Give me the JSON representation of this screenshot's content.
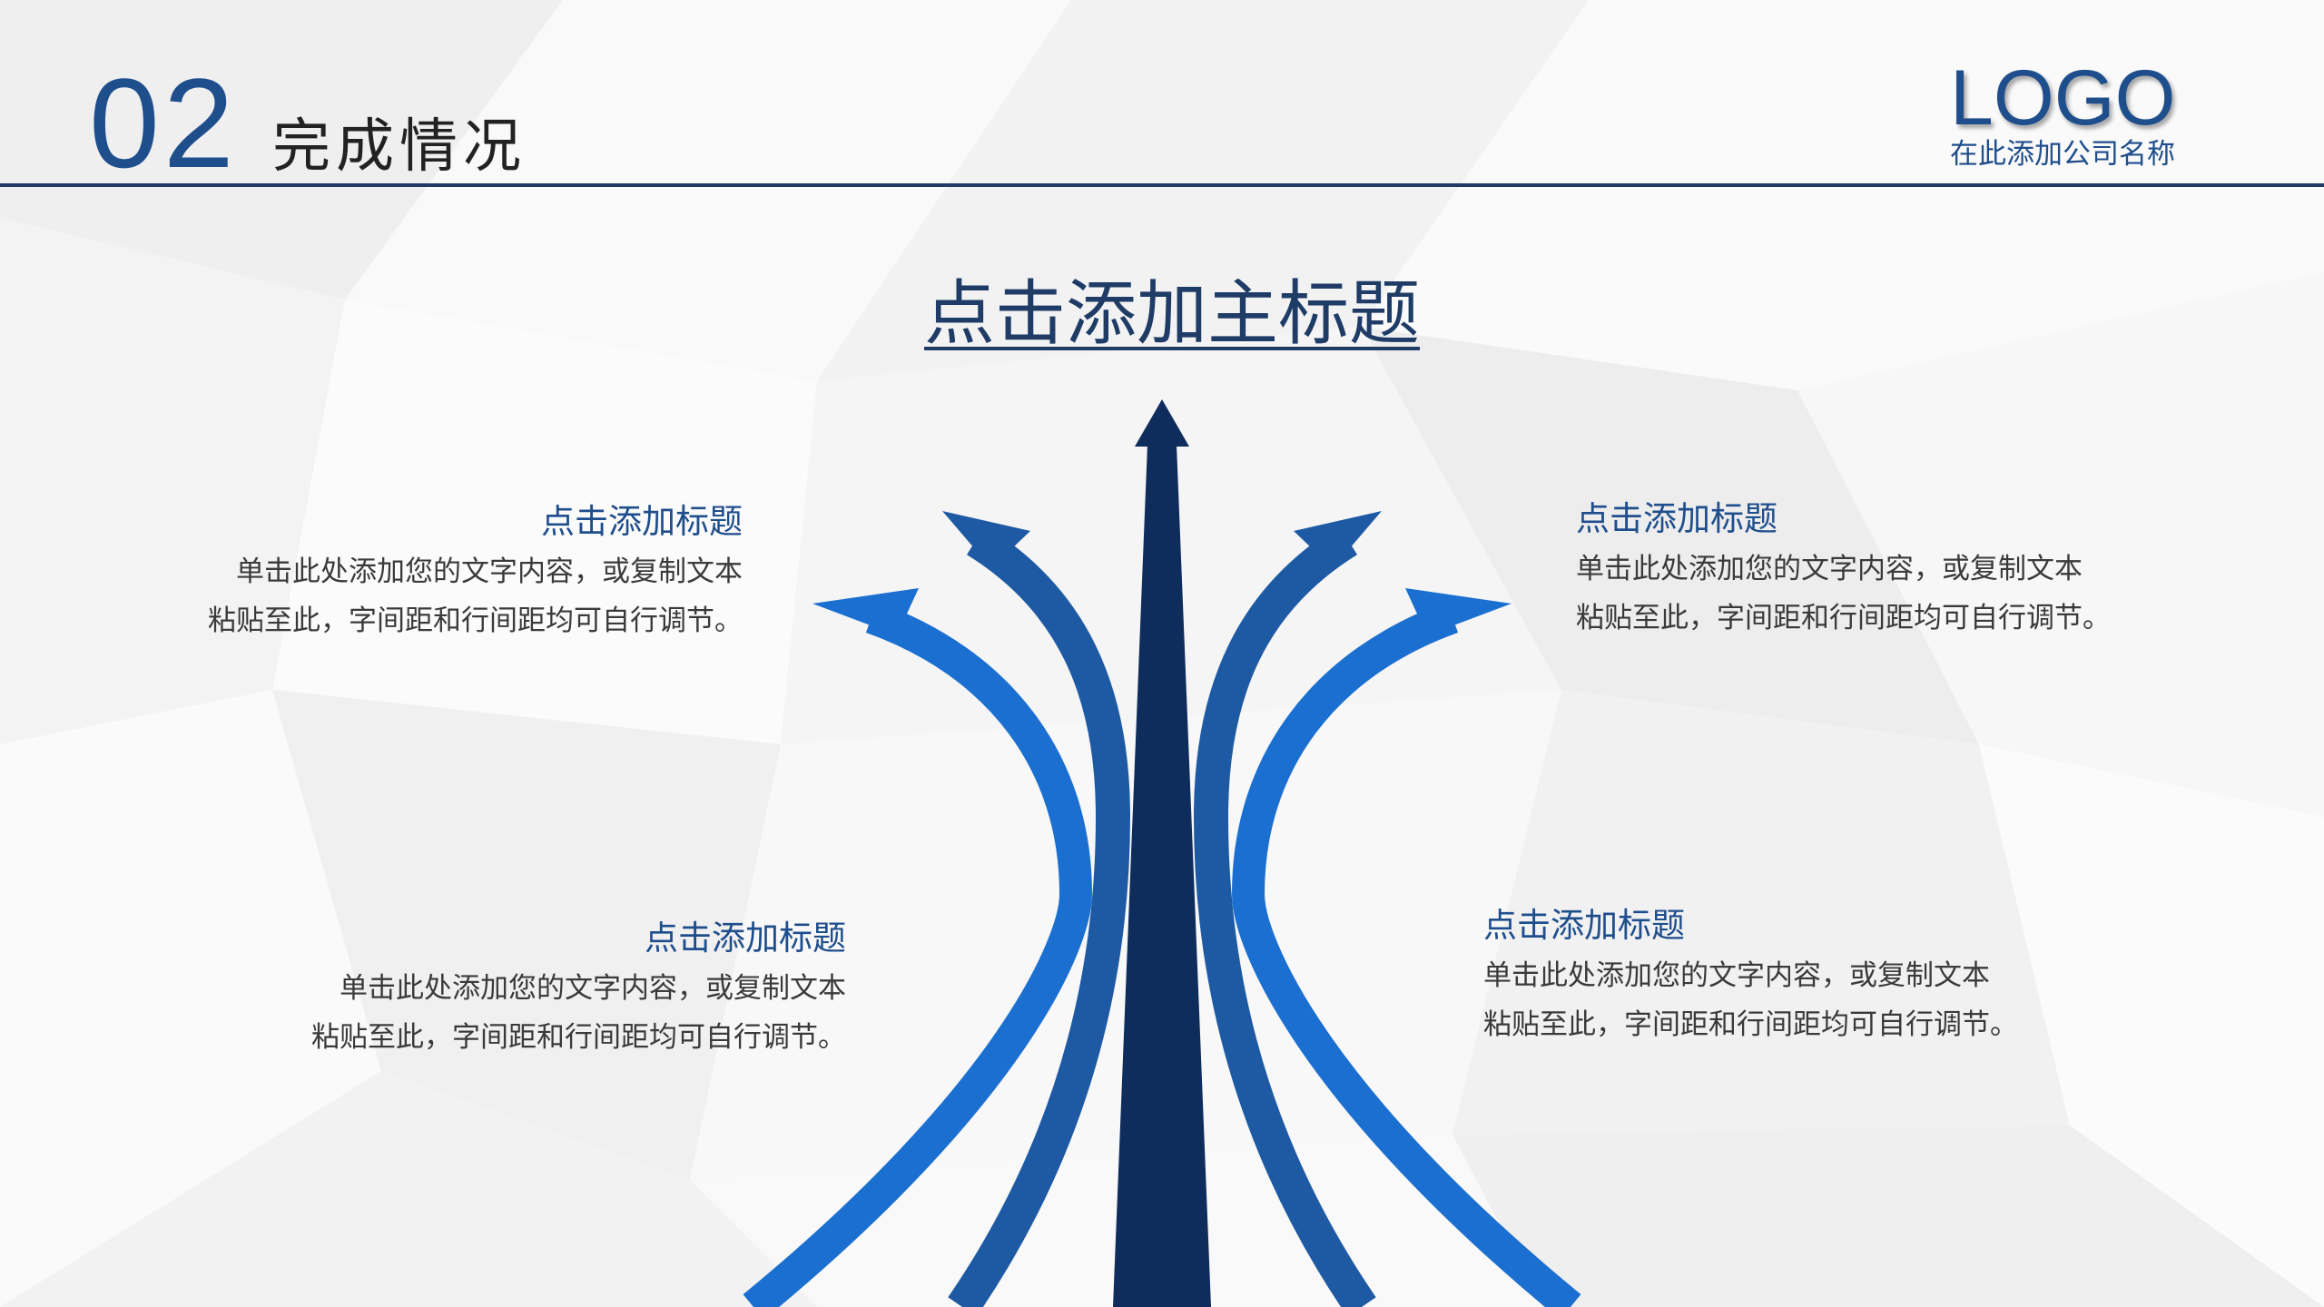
{
  "header": {
    "section_number": "02",
    "section_title": "完成情况"
  },
  "logo": {
    "text": "LOGO",
    "company_name": "在此添加公司名称"
  },
  "main_title": "点击添加主标题",
  "blocks": [
    {
      "title": "点击添加标题",
      "lines": [
        "单击此处添加您的文字内容，或复制文本",
        "粘贴至此，字间距和行间距均可自行调节。"
      ]
    },
    {
      "title": "点击添加标题",
      "lines": [
        "单击此处添加您的文字内容，或复制文本",
        "粘贴至此，字间距和行间距均可自行调节。"
      ]
    },
    {
      "title": "点击添加标题",
      "lines": [
        "单击此处添加您的文字内容，或复制文本",
        "粘贴至此，字间距和行间距均可自行调节。"
      ]
    },
    {
      "title": "点击添加标题",
      "lines": [
        "单击此处添加您的文字内容，或复制文本",
        "粘贴至此，字间距和行间距均可自行调节。"
      ]
    }
  ],
  "colors": {
    "primary": "#1f4e8c",
    "dark": "#0f2d5c",
    "mid": "#1e5aa3",
    "bright": "#1a6fd0",
    "text": "#3a3a3a"
  }
}
